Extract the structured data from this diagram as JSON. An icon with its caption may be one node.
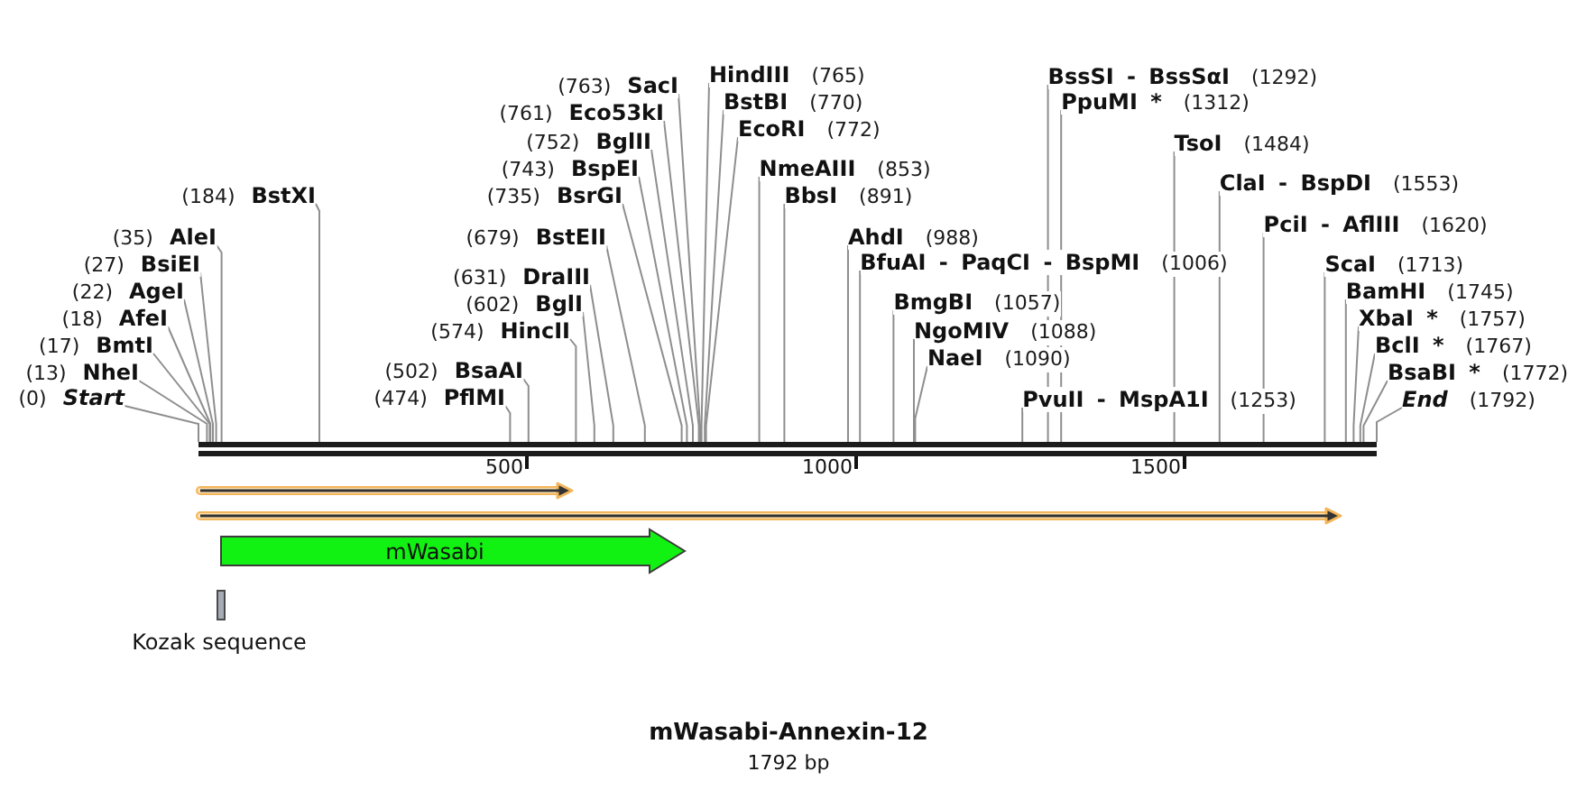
{
  "diagram": {
    "title": "mWasabi-Annexin-12",
    "caption": "1792 bp",
    "nodes": [
      {
        "text": [
          "(0)",
          "Start"
        ]
      },
      {
        "text": [
          "(13)",
          "NheI"
        ]
      },
      {
        "text": [
          "(17)",
          "BmtI"
        ]
      },
      {
        "text": [
          "(18)",
          "AfeI"
        ]
      },
      {
        "text": [
          "(22)",
          "AgeI"
        ]
      },
      {
        "text": [
          "(27)",
          "BsiEI"
        ]
      },
      {
        "text": [
          "(35)",
          "AleI"
        ]
      },
      {
        "text": [
          "(184)",
          "BstXI"
        ]
      },
      {
        "text": [
          "(474)",
          "PflMI"
        ]
      },
      {
        "text": [
          "(502)",
          "BsaAI"
        ]
      },
      {
        "text": [
          "(574)",
          "HincII"
        ]
      },
      {
        "text": [
          "(602)",
          "BglI"
        ]
      },
      {
        "text": [
          "(631)",
          "DraIII"
        ]
      },
      {
        "text": [
          "(679)",
          "BstEII"
        ]
      },
      {
        "text": [
          "(735)",
          "BsrGI"
        ]
      },
      {
        "text": [
          "(743)",
          "BspEI"
        ]
      },
      {
        "text": [
          "(752)",
          "BglII"
        ]
      },
      {
        "text": [
          "(761)",
          "Eco53kI"
        ]
      },
      {
        "text": [
          "(763)",
          "SacI"
        ]
      },
      {
        "text": [
          "HindIII",
          "(765)"
        ]
      },
      {
        "text": [
          "BstBI",
          "(770)"
        ]
      },
      {
        "text": [
          "EcoRI",
          "(772)"
        ]
      },
      {
        "text": [
          "NmeAIII",
          "(853)"
        ]
      },
      {
        "text": [
          "BbsI",
          "(891)"
        ]
      },
      {
        "text": [
          "AhdI",
          "(988)"
        ]
      },
      {
        "text": [
          "BfuAI - PaqCI - BspMI",
          "(1006)"
        ]
      },
      {
        "text": [
          "BmgBI",
          "(1057)"
        ]
      },
      {
        "text": [
          "NgoMIV",
          "(1088)"
        ]
      },
      {
        "text": [
          "NaeI",
          "(1090)"
        ]
      },
      {
        "text": [
          "PvuII - MspA1I",
          "(1253)"
        ]
      },
      {
        "text": [
          "BssSI - BssSαI",
          "(1292)"
        ]
      },
      {
        "text": [
          "PpuMI *",
          "(1312)"
        ]
      },
      {
        "text": [
          "TsoI",
          "(1484)"
        ]
      },
      {
        "text": [
          "ClaI - BspDI",
          "(1553)"
        ]
      },
      {
        "text": [
          "PciI - AflIII",
          "(1620)"
        ]
      },
      {
        "text": [
          "ScaI",
          "(1713)"
        ]
      },
      {
        "text": [
          "BamHI",
          "(1745)"
        ]
      },
      {
        "text": [
          "XbaI *",
          "(1757)"
        ]
      },
      {
        "text": [
          "BclI *",
          "(1767)"
        ]
      },
      {
        "text": [
          "BsaBI *",
          "(1772)"
        ]
      },
      {
        "text": [
          "End",
          "(1792)"
        ]
      },
      {
        "text": [],
        "shape": "bar"
      },
      {
        "text": [],
        "shape": "arrow"
      },
      {
        "text": [],
        "shape": "arrow"
      },
      {
        "text": [
          "mWasabi"
        ]
      },
      {
        "text": [],
        "shape": "box",
        "beside": [
          "Kozak sequence"
        ]
      }
    ],
    "edges": [
      {
        "from": 0,
        "to": 41,
        "arrow": "none"
      },
      {
        "from": 1,
        "to": 41,
        "arrow": "none"
      },
      {
        "from": 2,
        "to": 41,
        "arrow": "none"
      },
      {
        "from": 3,
        "to": 41,
        "arrow": "none"
      },
      {
        "from": 4,
        "to": 41,
        "arrow": "none"
      },
      {
        "from": 5,
        "to": 41,
        "arrow": "none"
      },
      {
        "from": 6,
        "to": 41,
        "arrow": "none"
      },
      {
        "from": 7,
        "to": 41,
        "arrow": "none"
      },
      {
        "from": 8,
        "to": 41,
        "arrow": "none"
      },
      {
        "from": 9,
        "to": 41,
        "arrow": "none"
      },
      {
        "from": 10,
        "to": 41,
        "arrow": "none"
      },
      {
        "from": 11,
        "to": 41,
        "arrow": "none"
      },
      {
        "from": 12,
        "to": 41,
        "arrow": "none"
      },
      {
        "from": 13,
        "to": 41,
        "arrow": "none"
      },
      {
        "from": 14,
        "to": 41,
        "arrow": "none"
      },
      {
        "from": 15,
        "to": 41,
        "arrow": "none"
      },
      {
        "from": 16,
        "to": 41,
        "arrow": "none"
      },
      {
        "from": 17,
        "to": 41,
        "arrow": "none"
      },
      {
        "from": 18,
        "to": 41,
        "arrow": "none"
      },
      {
        "from": 19,
        "to": 41,
        "arrow": "none"
      },
      {
        "from": 20,
        "to": 41,
        "arrow": "none"
      },
      {
        "from": 21,
        "to": 41,
        "arrow": "none"
      },
      {
        "from": 22,
        "to": 41,
        "arrow": "none"
      },
      {
        "from": 23,
        "to": 41,
        "arrow": "none"
      },
      {
        "from": 24,
        "to": 41,
        "arrow": "none"
      },
      {
        "from": 25,
        "to": 41,
        "arrow": "none"
      },
      {
        "from": 26,
        "to": 41,
        "arrow": "none"
      },
      {
        "from": 27,
        "to": 41,
        "arrow": "none"
      },
      {
        "from": 28,
        "to": 41,
        "arrow": "none"
      },
      {
        "from": 29,
        "to": 41,
        "arrow": "none"
      },
      {
        "from": 30,
        "to": 41,
        "arrow": "none"
      },
      {
        "from": 31,
        "to": 41,
        "arrow": "none"
      },
      {
        "from": 32,
        "to": 41,
        "arrow": "none"
      },
      {
        "from": 33,
        "to": 41,
        "arrow": "none"
      },
      {
        "from": 34,
        "to": 41,
        "arrow": "none"
      },
      {
        "from": 35,
        "to": 41,
        "arrow": "none"
      },
      {
        "from": 36,
        "to": 41,
        "arrow": "none"
      },
      {
        "from": 37,
        "to": 41,
        "arrow": "none"
      },
      {
        "from": 38,
        "to": 41,
        "arrow": "none"
      },
      {
        "from": 39,
        "to": 41,
        "arrow": "none"
      },
      {
        "from": 40,
        "to": 41,
        "arrow": "none"
      }
    ],
    "labels": [
      "500",
      "1000",
      "1500"
    ]
  }
}
